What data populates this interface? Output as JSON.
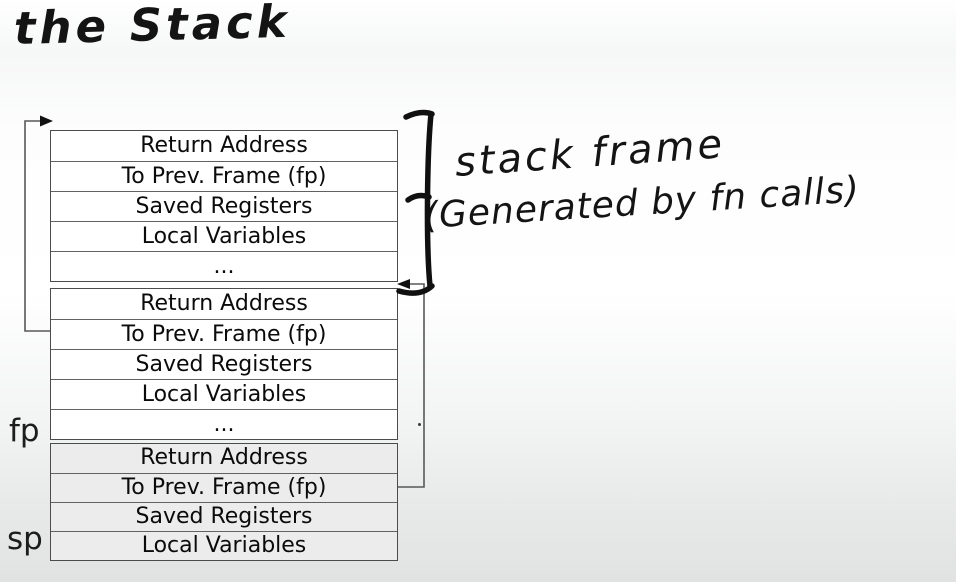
{
  "title": "the Stack",
  "labels": {
    "fp": "fp",
    "sp": "sp"
  },
  "annotation": {
    "line1": "stack frame",
    "line2": "(Generated by fn calls)"
  },
  "frames": [
    {
      "name": "top-frame",
      "rows": [
        "Return Address",
        "To Prev. Frame (fp)",
        "Saved Registers",
        "Local Variables",
        "..."
      ]
    },
    {
      "name": "middle-frame",
      "rows": [
        "Return Address",
        "To Prev. Frame (fp)",
        "Saved Registers",
        "Local Variables",
        "..."
      ]
    },
    {
      "name": "bottom-frame",
      "rows": [
        "Return Address",
        "To Prev. Frame (fp)",
        "Saved Registers",
        "Local Variables"
      ]
    }
  ],
  "connectors": [
    {
      "name": "middle-fp-to-top-frame",
      "description": "arrow from middle frame 'To Prev. Frame (fp)' row, around left side, pointing to top of first frame"
    },
    {
      "name": "bottom-fp-to-middle-frame",
      "description": "arrow from bottom frame 'To Prev. Frame (fp)' row, around right side, pointing to top of middle frame"
    }
  ],
  "colors": {
    "ink": "#141414",
    "box_border": "#4c4c4c",
    "row_divider": "#616161",
    "row_fill": "#ffffff",
    "bottom_frame_fill": "#ececec",
    "background_top": "#ffffff",
    "background_bottom": "#e1e2e2"
  }
}
